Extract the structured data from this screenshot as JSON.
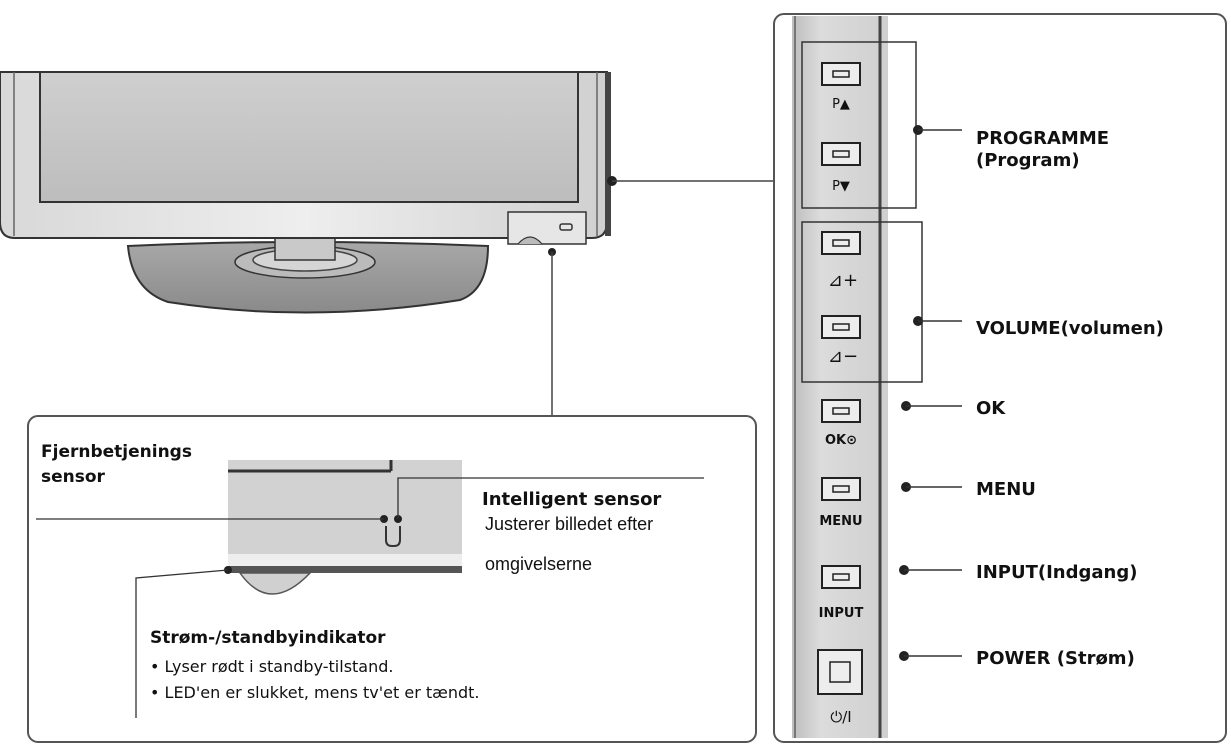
{
  "side_panel": {
    "buttons": [
      {
        "id": "p-up",
        "label": "P▲"
      },
      {
        "id": "p-down",
        "label": "P▼"
      },
      {
        "id": "vol-up",
        "label": "⊿+"
      },
      {
        "id": "vol-down",
        "label": "⊿−"
      },
      {
        "id": "ok",
        "label": "OK⊙"
      },
      {
        "id": "menu",
        "label": "MENU"
      },
      {
        "id": "input",
        "label": "INPUT"
      },
      {
        "id": "power",
        "label": "⏻/I"
      }
    ],
    "callouts": {
      "programme_line1": "PROGRAMME",
      "programme_line2": "(Program)",
      "volume": "VOLUME(volumen)",
      "ok": "OK",
      "menu": "MENU",
      "input": "INPUT(Indgang)",
      "power": "POWER (Strøm)"
    }
  },
  "detail": {
    "remote_sensor_line1": "Fjernbetjenings",
    "remote_sensor_line2": "sensor",
    "intelligent_title": "Intelligent sensor",
    "intelligent_desc_line1": "Justerer billedet efter",
    "intelligent_desc_line2": "omgivelserne",
    "power_indicator_title": "Strøm-/standbyindikator",
    "power_bullet1": "• Lyser rødt i standby-tilstand.",
    "power_bullet2": "• LED'en er slukket, mens tv'et er tændt."
  }
}
